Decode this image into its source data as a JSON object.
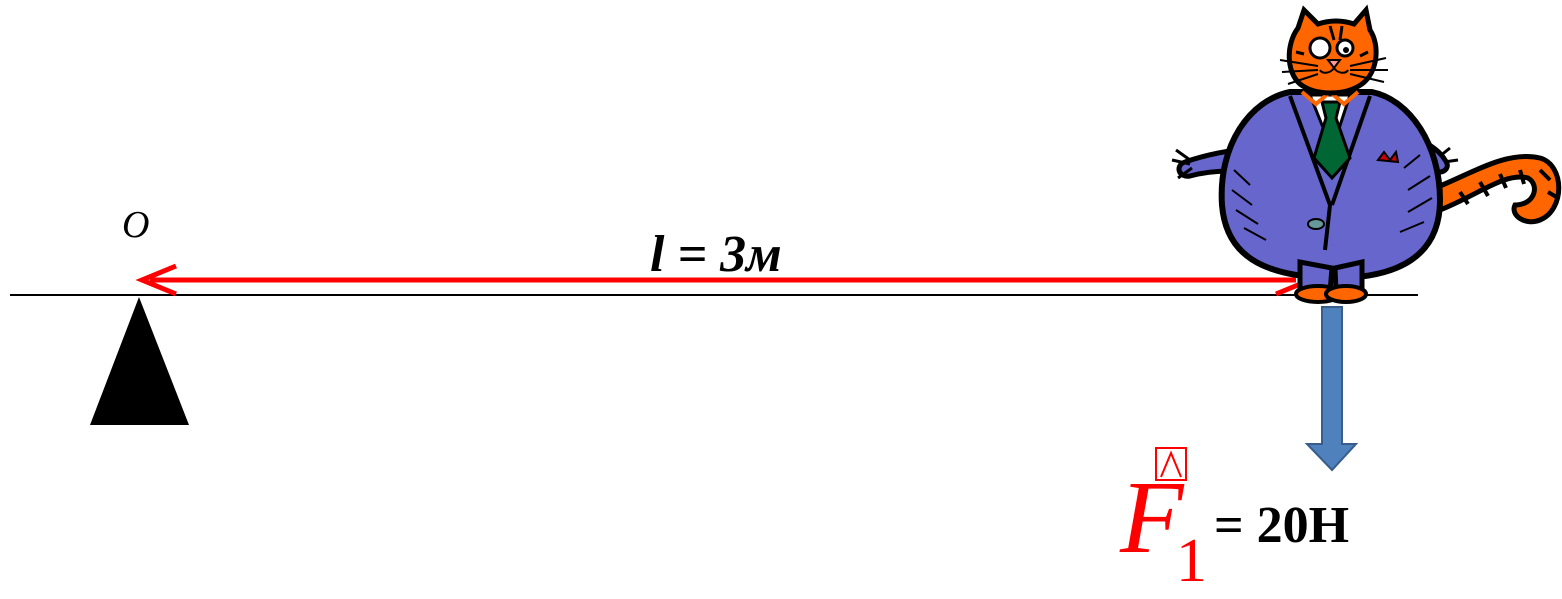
{
  "pivot_label": "O",
  "length_label": "l = 3м",
  "force": {
    "symbol": "F",
    "subscript": "1",
    "value": "= 20Н"
  },
  "colors": {
    "beam": "#000000",
    "fulcrum": "#000000",
    "length_arrow": "#ff0000",
    "force_arrow_fill": "#4f81bd",
    "force_arrow_stroke": "#385d8a",
    "force_symbol": "#ff0000",
    "cat_body": "#6666cc",
    "cat_fur": "#ff6600",
    "cat_tie": "#006633"
  },
  "icons": [
    "fulcrum-triangle-icon",
    "fat-cat-businessman-icon",
    "down-force-arrow-icon"
  ]
}
